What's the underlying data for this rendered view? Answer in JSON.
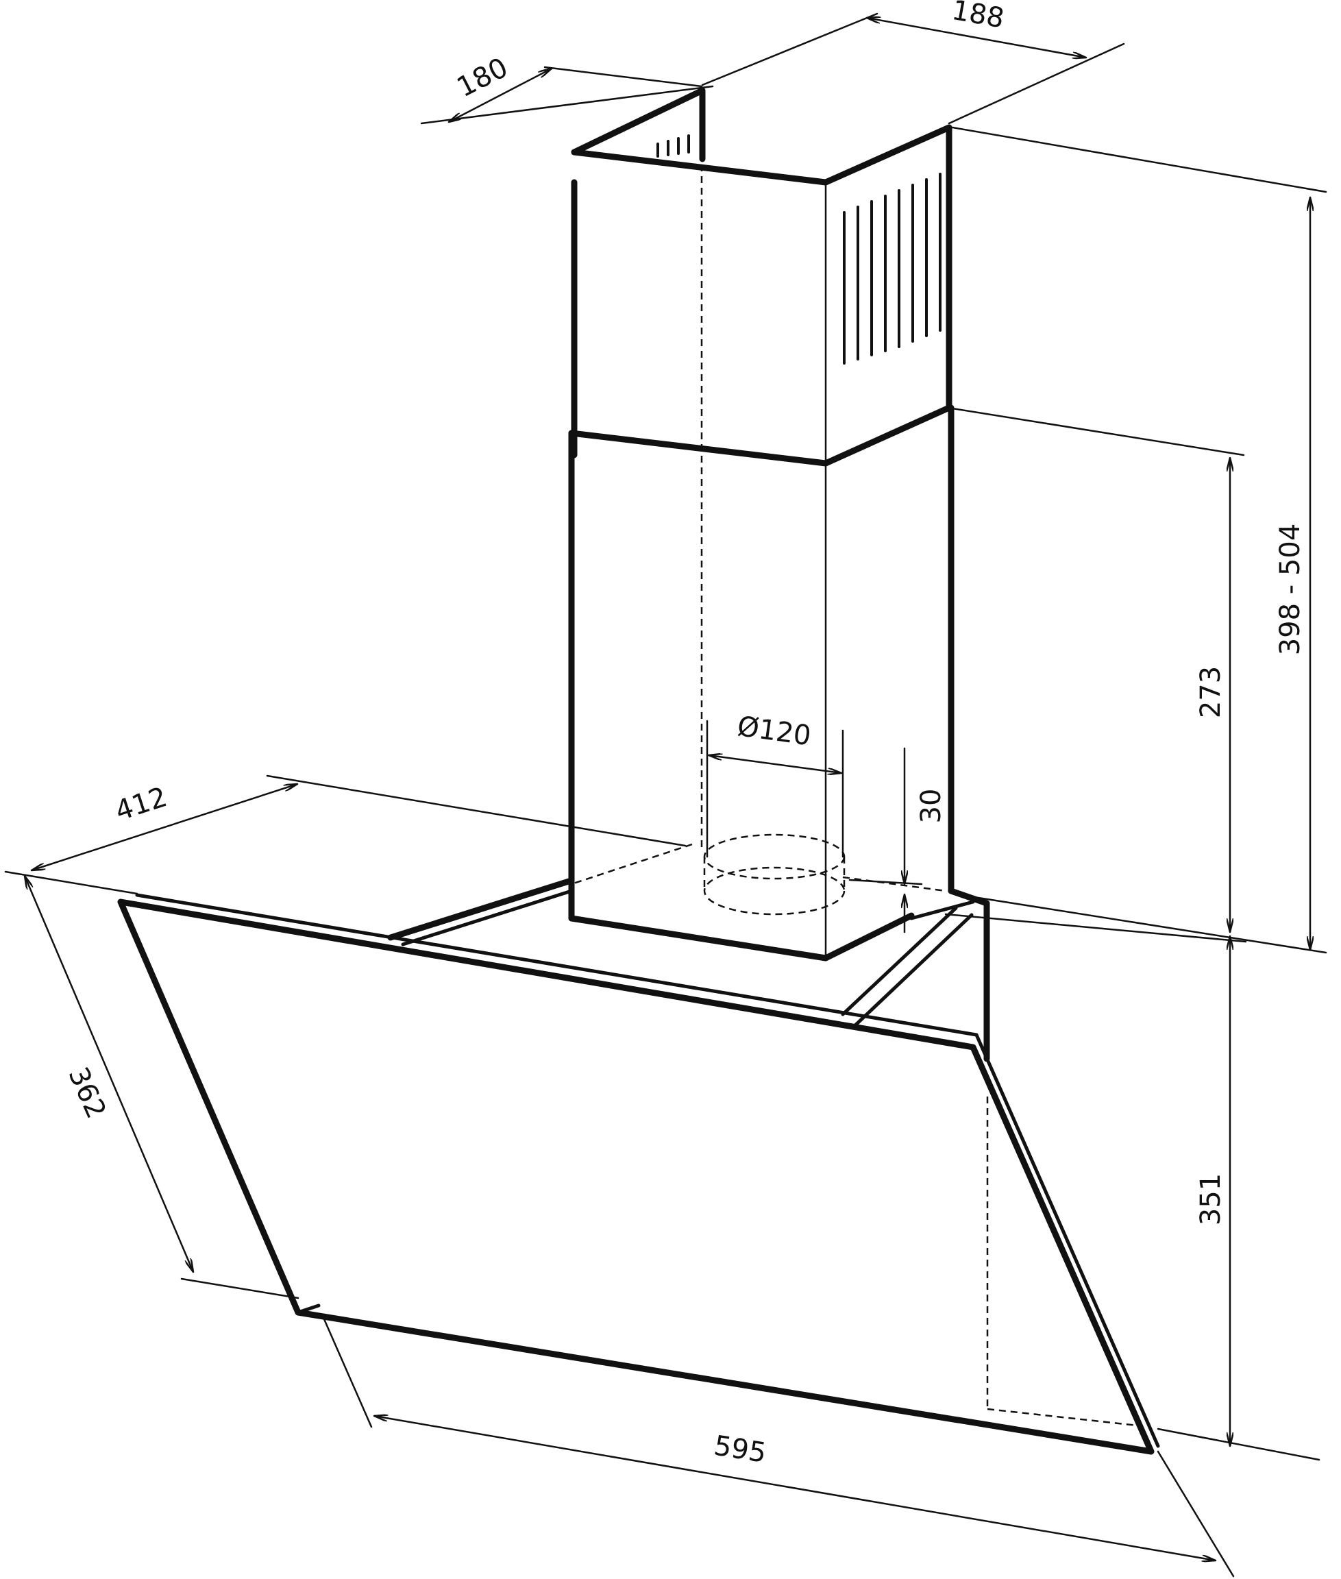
{
  "dimensions": {
    "d188": "188",
    "d180": "180",
    "d398_504": "398 - 504",
    "d273": "273",
    "d120": "Ø120",
    "d30": "30",
    "d412": "412",
    "d362": "362",
    "d351": "351",
    "d595": "595"
  }
}
